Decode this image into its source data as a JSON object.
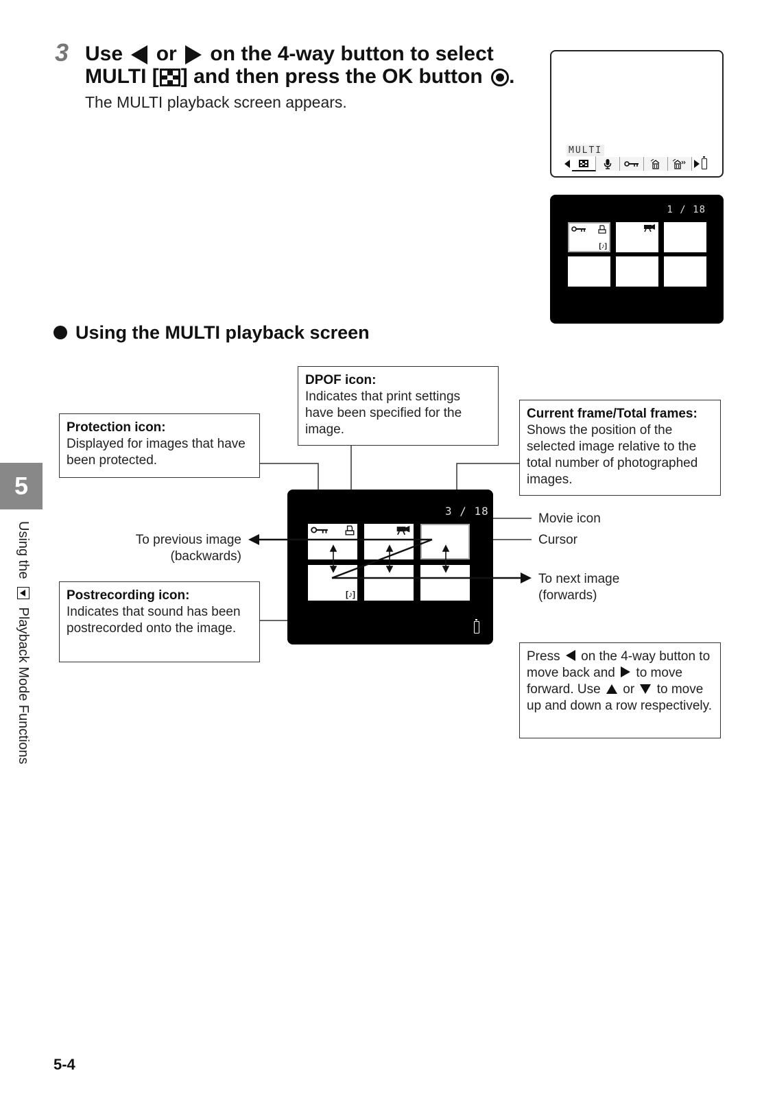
{
  "step": {
    "number": "3",
    "title_part1": "Use",
    "title_or": "or",
    "title_part2": "on the 4-way button to select",
    "title_line2_a": "MULTI [",
    "title_line2_b": "] and then press the OK button",
    "title_end": ".",
    "description": "The MULTI playback screen appears."
  },
  "screen_menu": {
    "mode_label": "MULTI",
    "items": [
      {
        "icon": "multi-grid-icon",
        "glyph": "▦",
        "selected": true
      },
      {
        "icon": "microphone-icon",
        "glyph": "🎙",
        "selected": false
      },
      {
        "icon": "key-protect-icon",
        "glyph": "O┳",
        "selected": false
      },
      {
        "icon": "trash-single-icon",
        "glyph": "🗑",
        "selected": false
      },
      {
        "icon": "trash-all-icon",
        "glyph": "🗑»",
        "selected": false
      }
    ]
  },
  "screen_multi": {
    "counter": "1 / 18",
    "thumb_icons": {
      "protect": "O┳",
      "dpof": "⎙",
      "postrec": "[♪]",
      "movie": "🎥"
    }
  },
  "section": {
    "title": "Using the MULTI playback screen"
  },
  "diagram": {
    "counter": "3 / 18",
    "callouts": {
      "protection": {
        "title": "Protection icon:",
        "text": "Displayed for images that have been protected."
      },
      "dpof": {
        "title": "DPOF icon:",
        "text": "Indicates that print settings have been specified for the image."
      },
      "frames": {
        "title": "Current frame/Total frames:",
        "text": "Shows the position of the selected image relative to the total number of photographed images."
      },
      "postrec": {
        "title": "Postrecording icon:",
        "text": "Indicates that sound has been postrecorded onto the image."
      }
    },
    "labels": {
      "movie": "Movie icon",
      "cursor": "Cursor",
      "prev_line1": "To previous image",
      "prev_line2": "(backwards)",
      "next_line1": "To next image",
      "next_line2": "(forwards)"
    },
    "note": {
      "p1": "Press",
      "p2": "on the 4-way button to move back and",
      "p3": "to move forward. Use",
      "p4": "or",
      "p5": "to move up and down a row respectively."
    }
  },
  "sidebar": {
    "chapter": "5",
    "text_a": "Using the",
    "text_b": "Playback Mode Functions"
  },
  "footer": {
    "page_number": "5-4"
  }
}
